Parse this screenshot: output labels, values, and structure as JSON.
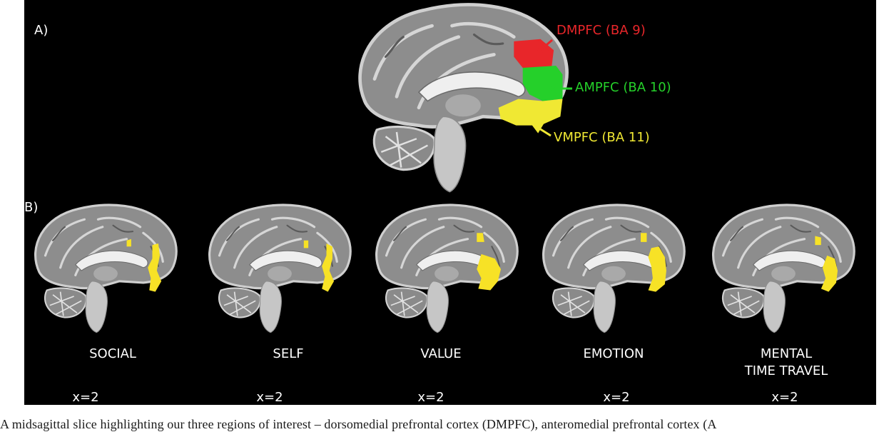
{
  "panels": {
    "a_label": "A)",
    "b_label": "B)"
  },
  "regions": [
    {
      "label": "DMPFC (BA 9)",
      "color": "#e8262a"
    },
    {
      "label": "AMPFC (BA 10)",
      "color": "#25d02a"
    },
    {
      "label": "VMPFC (BA 11)",
      "color": "#f0e833"
    }
  ],
  "conditions": [
    {
      "label": "SOCIAL",
      "coord": "x=2"
    },
    {
      "label": "SELF",
      "coord": "x=2"
    },
    {
      "label": "VALUE",
      "coord": "x=2"
    },
    {
      "label": "EMOTION",
      "coord": "x=2"
    },
    {
      "label": "MENTAL\nTIME TRAVEL",
      "coord": "x=2"
    }
  ],
  "activation_color": "#f7e226",
  "caption": "A midsagittal slice highlighting our three regions of interest – dorsomedial prefrontal cortex (DMPFC), anteromedial prefrontal cortex (A"
}
